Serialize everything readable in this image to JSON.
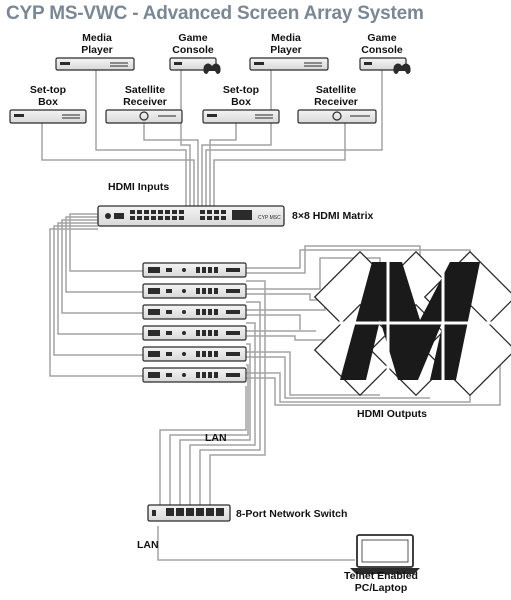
{
  "header": {
    "title": "CYP MS-VWC  -  Advanced Screen Array System"
  },
  "sources": {
    "media_player_1": {
      "line1": "Media",
      "line2": "Player"
    },
    "game_console_1": {
      "line1": "Game",
      "line2": "Console"
    },
    "media_player_2": {
      "line1": "Media",
      "line2": "Player"
    },
    "game_console_2": {
      "line1": "Game",
      "line2": "Console"
    },
    "settop_1": {
      "line1": "Set-top",
      "line2": "Box"
    },
    "satellite_1": {
      "line1": "Satellite",
      "line2": "Receiver"
    },
    "settop_2": {
      "line1": "Set-top",
      "line2": "Box"
    },
    "satellite_2": {
      "line1": "Satellite",
      "line2": "Receiver"
    }
  },
  "labels": {
    "hdmi_inputs": "HDMI Inputs",
    "matrix": "8×8 HDMI Matrix",
    "hdmi_outputs": "HDMI Outputs",
    "lan_top": "LAN",
    "switch": "8-Port Network Switch",
    "lan_bottom": "LAN",
    "pc_line1": "Telnet Enabled",
    "pc_line2": "PC/Laptop"
  },
  "device_text": {
    "matrix_brand": "CYP  MSC"
  },
  "colors": {
    "title": "#7a8794",
    "cable": "#9a9a9a",
    "device": "#2b2b2b"
  },
  "icons": {
    "media_player": "media-player-icon",
    "game_console": "game-console-icon",
    "settop_box": "settop-box-icon",
    "satellite_receiver": "satellite-receiver-icon",
    "matrix": "hdmi-matrix-icon",
    "controller": "video-wall-controller-icon",
    "display": "display-panel-icon",
    "switch": "network-switch-icon",
    "laptop": "laptop-icon"
  }
}
